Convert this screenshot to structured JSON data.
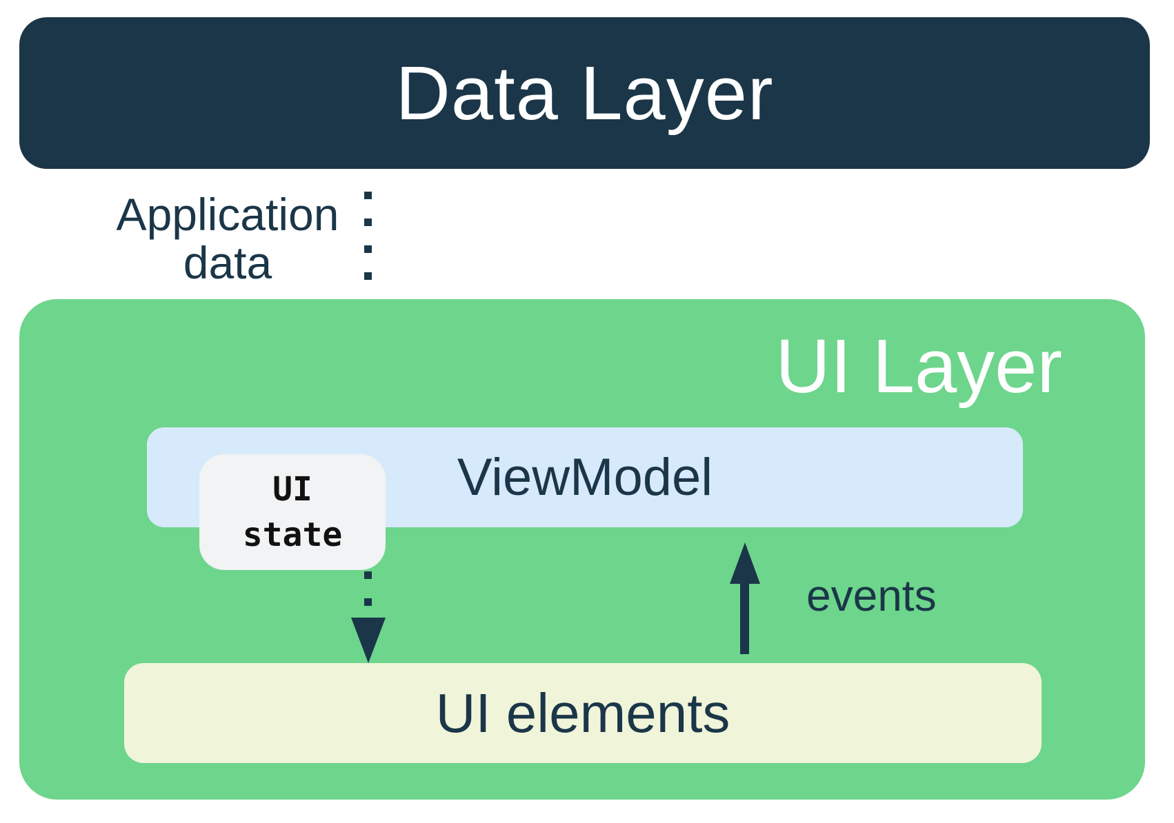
{
  "title": "UI Layer architecture diagram",
  "palette": {
    "navy": "#1B3648",
    "green": "#6DD58C",
    "light_blue": "#D7EAFC",
    "cream": "#F0F4D9",
    "gray": "#F1F3F4",
    "white": "#FFFFFF"
  },
  "data_layer": {
    "label": "Data Layer"
  },
  "ui_layer": {
    "label": "UI Layer",
    "viewmodel": {
      "label": "ViewModel"
    },
    "ui_state": {
      "label": "UI\nstate"
    },
    "ui_elements": {
      "label": "UI elements"
    }
  },
  "arrows": {
    "application_data": {
      "label": "Application\ndata",
      "direction": "down",
      "style": "dashed"
    },
    "ui_state_flow": {
      "direction": "down",
      "style": "dashed"
    },
    "events": {
      "label": "events",
      "direction": "up",
      "style": "solid"
    }
  }
}
